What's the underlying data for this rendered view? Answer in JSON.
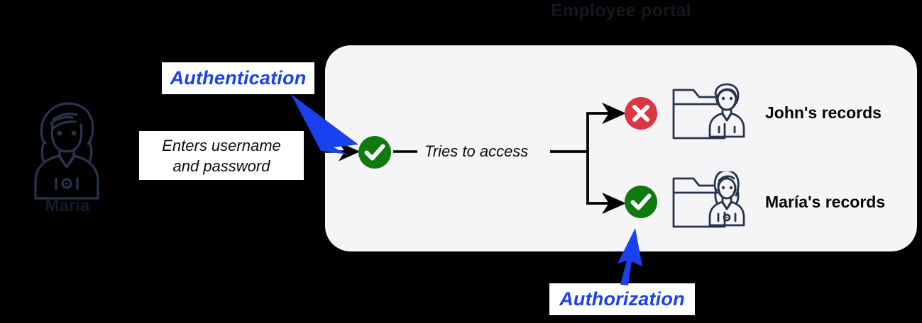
{
  "panel": {
    "title": "Employee portal",
    "background_color": "#f5f5f7"
  },
  "actor": {
    "name": "María",
    "icon": "female-user-icon"
  },
  "callouts": {
    "authentication": {
      "label": "Authentication",
      "color": "#1a41f0"
    },
    "authorization": {
      "label": "Authorization",
      "color": "#1a41f0"
    },
    "credentials": {
      "label": "Enters username and password",
      "line1": "Enters username",
      "line2": "and password",
      "color": "#0c0c0c"
    }
  },
  "flow": {
    "tries_to_access": "Tries to access"
  },
  "records": [
    {
      "label": "John's records",
      "status": "denied",
      "badge_icon": "cross-circle-icon",
      "badge_color": "#dc3545",
      "folder_icon": "folder-male-user-icon"
    },
    {
      "label": "María's records",
      "status": "allowed",
      "badge_icon": "check-circle-icon",
      "badge_color": "#0e7a10",
      "folder_icon": "folder-female-user-icon"
    }
  ],
  "auth_badge": {
    "status": "authenticated",
    "badge_icon": "check-circle-icon",
    "badge_color": "#0e7a10"
  },
  "colors": {
    "arrow_blue": "#1a41f0",
    "connector_black": "#000000",
    "icon_navy": "#27344b",
    "background": "#000000"
  }
}
